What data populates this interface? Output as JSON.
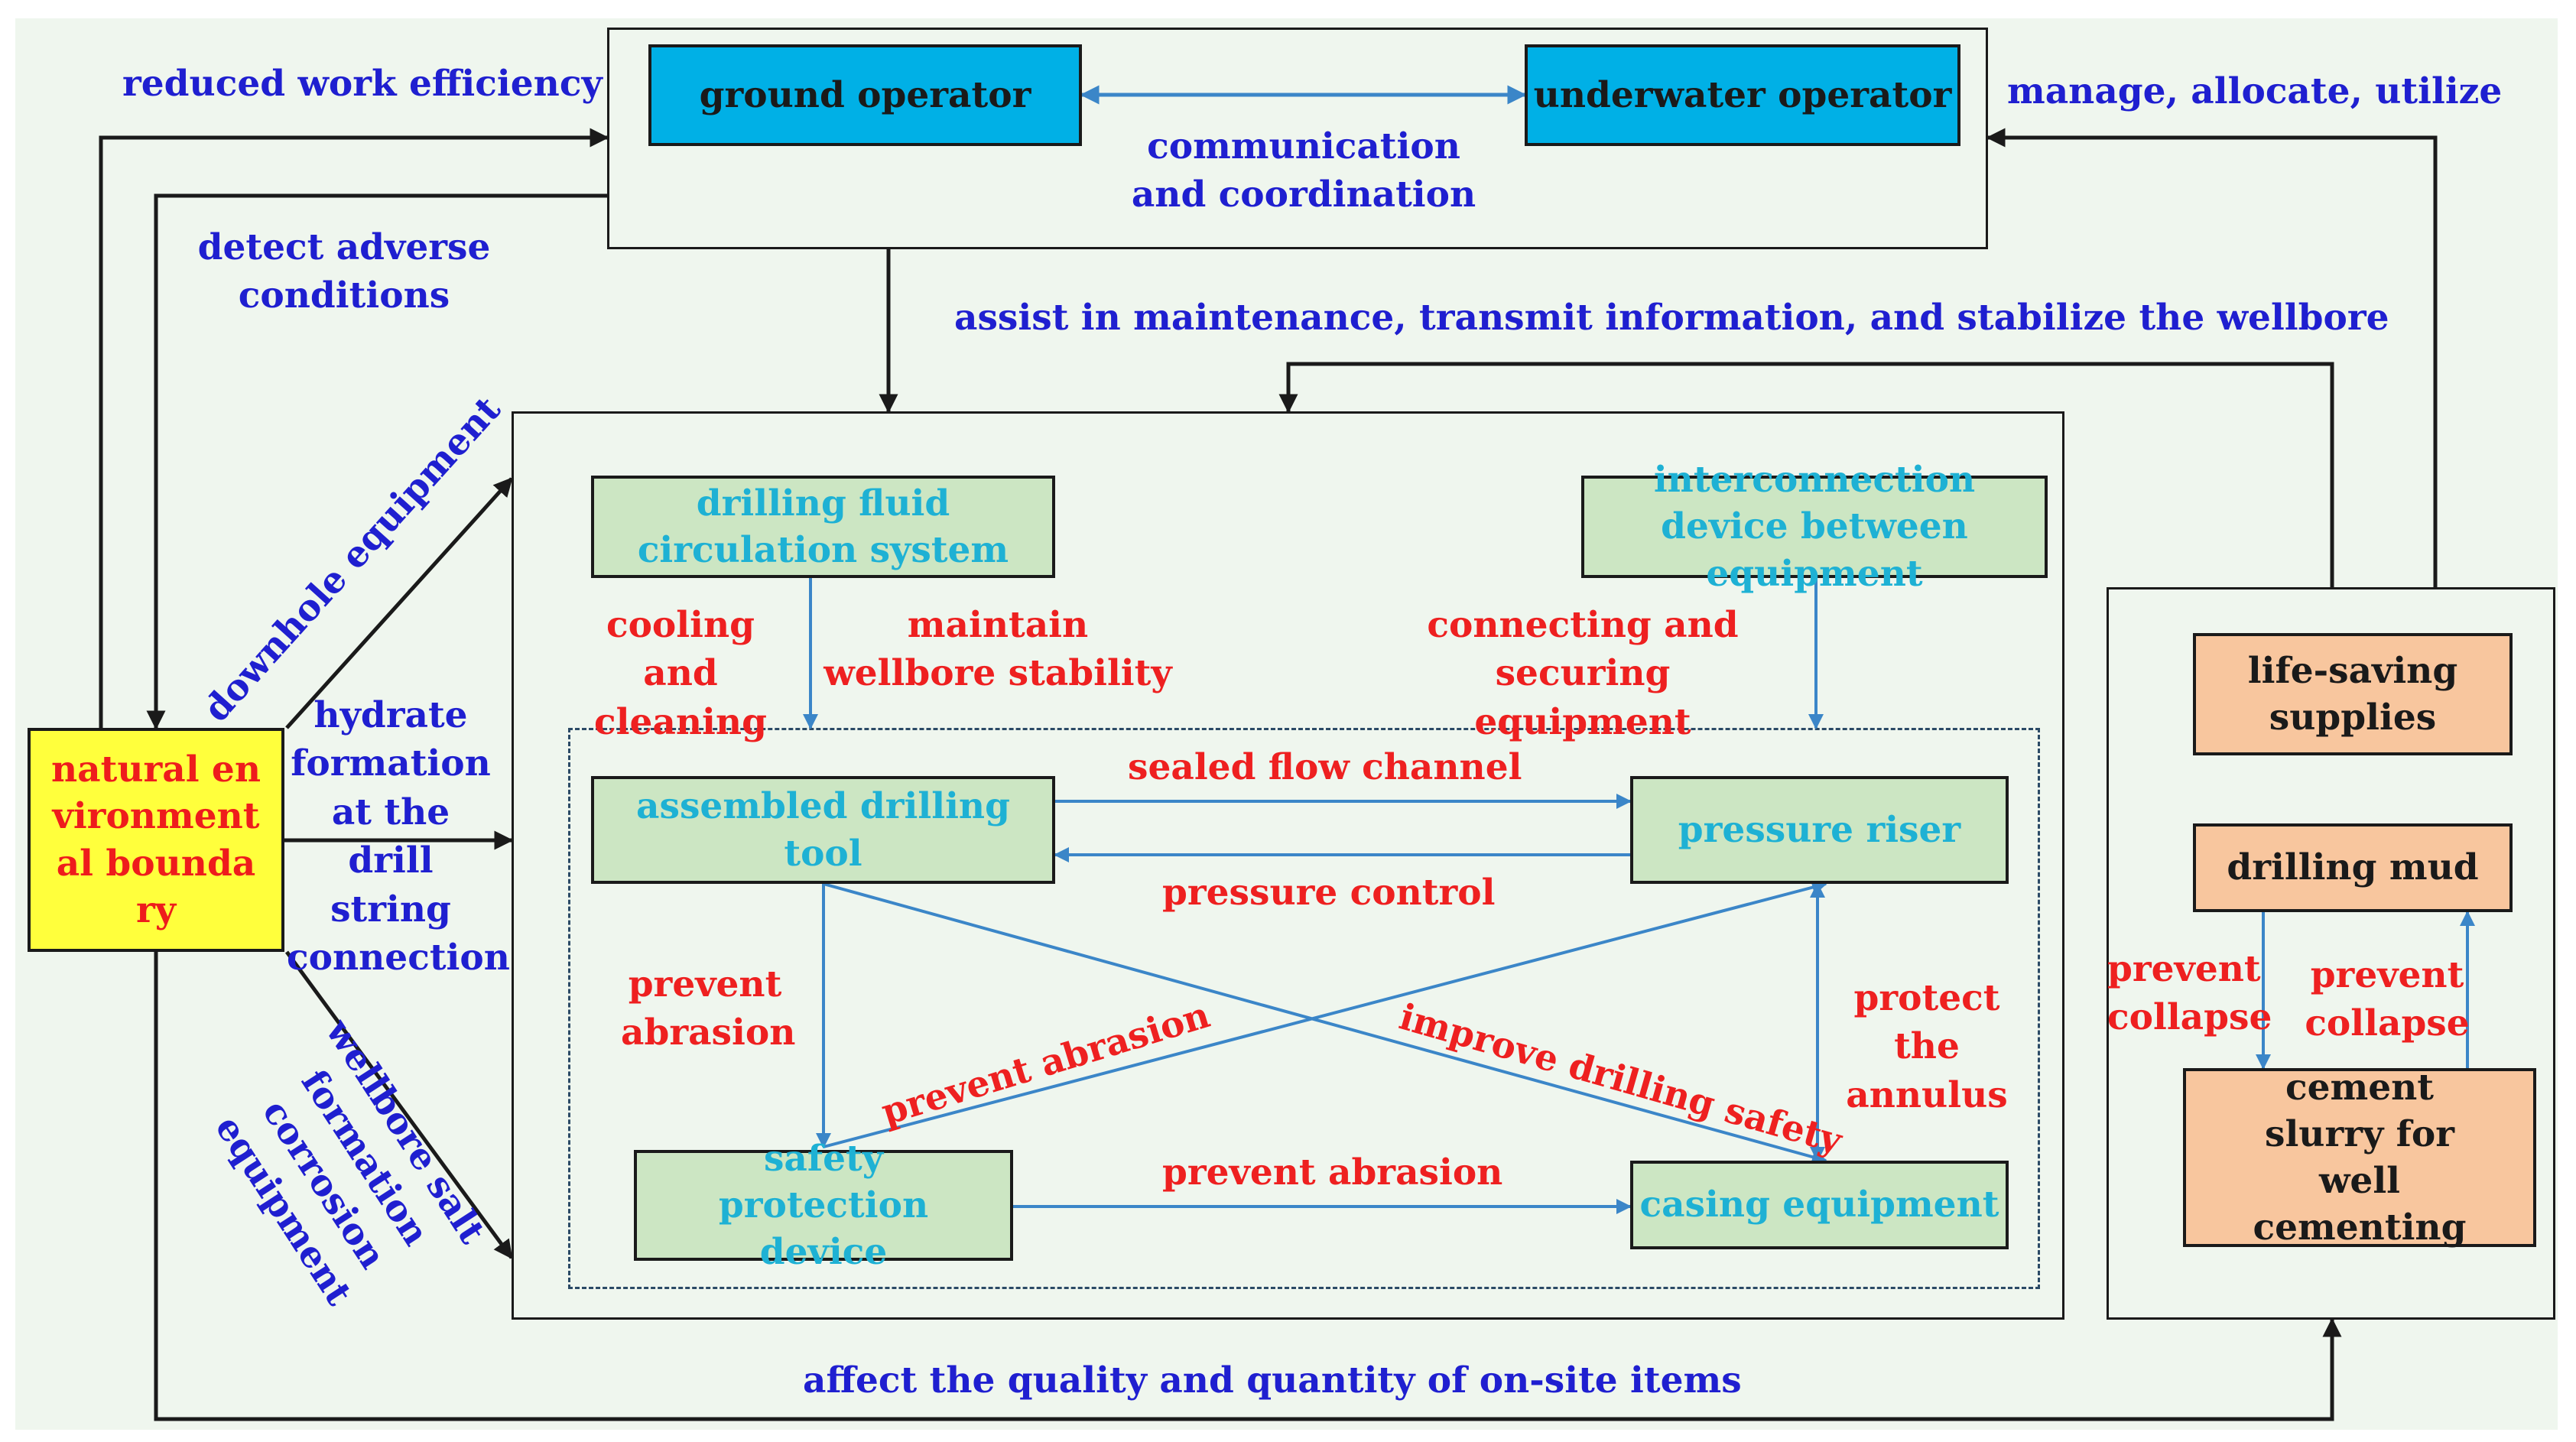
{
  "boxes": {
    "ground_operator": "ground operator",
    "underwater_operator": "underwater operator",
    "drilling_fluid": "drilling fluid circulation system",
    "interconnection": "interconnection device between equipment",
    "assembled_tool": "assembled drilling tool",
    "pressure_riser": "pressure riser",
    "safety_device": "safety protection device",
    "casing": "casing equipment",
    "natural_boundary": "natural environmental boundary",
    "life_saving": "life-saving supplies",
    "drilling_mud": "drilling mud",
    "cement_slurry": "cement slurry for well cementing"
  },
  "labels": {
    "reduced_efficiency": "reduced work efficiency",
    "communication": "communication and coordination",
    "manage": "manage, allocate, utilize",
    "detect": "detect adverse conditions",
    "assist": "assist in maintenance, transmit information, and stabilize the wellbore",
    "downhole": "downhole equipment",
    "hydrate": "hydrate formation at the drill string connection",
    "wellbore_salt": "wellbore salt formation corrosion equipment",
    "cooling": "cooling and cleaning",
    "maintain": "maintain wellbore stability",
    "connecting": "connecting and securing equipment",
    "sealed": "sealed flow channel",
    "pressure_control": "pressure control",
    "prevent_abrasion_left": "prevent abrasion",
    "prevent_abrasion_diag": "prevent abrasion",
    "improve_safety": "improve drilling safety",
    "protect_annulus": "protect the annulus",
    "prevent_abrasion_bottom": "prevent abrasion",
    "prevent_collapse_left": "prevent collapse",
    "prevent_collapse_right": "prevent collapse",
    "affect_quality": "affect the quality and quantity of on-site items"
  },
  "colors": {
    "background": "#eff6ee",
    "operator_box": "#00b0e6",
    "equipment_box": "#cce6c3",
    "equipment_text": "#1eb1d4",
    "supply_box": "#f8c69e",
    "boundary_box": "#ffff3c",
    "blue_text": "#1f1fd0",
    "red_text": "#ee2020",
    "inner_arrow": "#3b86c8",
    "outer_arrow": "#1a1a1a"
  }
}
